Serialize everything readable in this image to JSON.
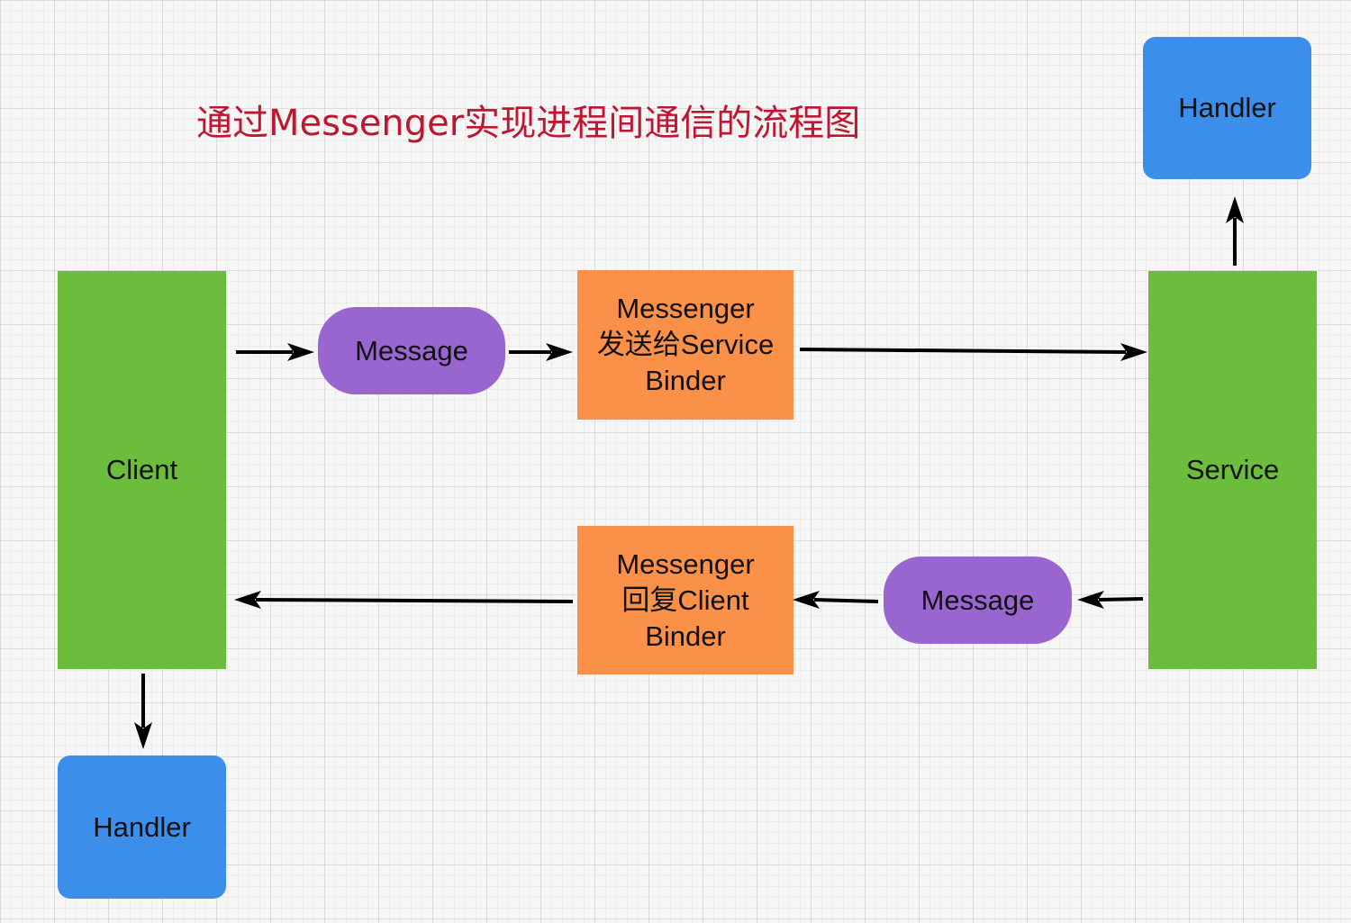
{
  "title": "通过Messenger实现进程间通信的流程图",
  "nodes": {
    "client": "Client",
    "service": "Service",
    "client_handler": "Handler",
    "service_handler": "Handler",
    "message_top": "Message",
    "message_bottom": "Message",
    "send_box": [
      "Messenger",
      "发送给Service",
      "Binder"
    ],
    "reply_box": [
      "Messenger",
      "回复Client",
      "Binder"
    ]
  },
  "colors": {
    "title": "#c0162f",
    "component": "#6cbd3b",
    "handler": "#3b8eea",
    "messenger": "#fb9048",
    "message": "#9966d0",
    "arrow": "#000000"
  },
  "edges": [
    {
      "from": "Client",
      "to": "Message (top)"
    },
    {
      "from": "Message (top)",
      "to": "Messenger 发送给Service Binder"
    },
    {
      "from": "Messenger 发送给Service Binder",
      "to": "Service"
    },
    {
      "from": "Service",
      "to": "Handler (service)"
    },
    {
      "from": "Service",
      "to": "Message (bottom)"
    },
    {
      "from": "Message (bottom)",
      "to": "Messenger 回复Client Binder"
    },
    {
      "from": "Messenger 回复Client Binder",
      "to": "Client"
    },
    {
      "from": "Client",
      "to": "Handler (client)"
    }
  ]
}
